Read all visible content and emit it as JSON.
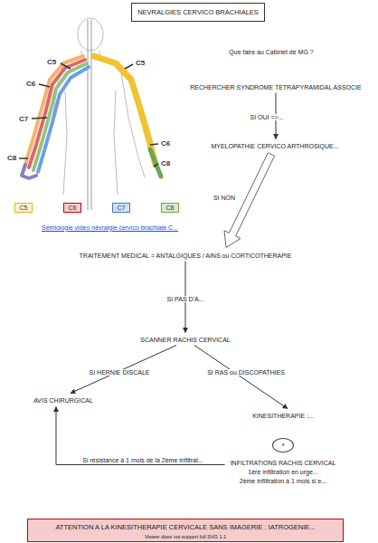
{
  "diagram": {
    "title": "NEVRALGIES CERVICO BRACHIALES",
    "nodes": [
      {
        "text": [
          "RECHERCHER SYNDROME TETRAPYRAMIDAL ASSOCIE"
        ]
      },
      {
        "text": [
          "MYELOPATHIE CERVICO ARTHROSIQUE..."
        ]
      },
      {
        "text": [
          "TRAITEMENT MEDICAL = ANTALGIQUES  / AINS ou CORTICOTHERAPIE"
        ]
      },
      {
        "text": [
          "SCANNER RACHIS CERVICAL"
        ]
      },
      {
        "text": [
          "AVIS CHIRURGICAL"
        ]
      },
      {
        "text": [
          "KINESITHERAPIE :..."
        ]
      },
      {
        "text": [
          "+"
        ]
      },
      {
        "text": [
          "INFILTRATIONS RACHIS CERVICAL",
          "1ère infiltration en urge...",
          "2ème infiltration à 1 mois si e..."
        ]
      },
      {
        "text": [
          "ATTENTION A LA KINESITHERAPIE CERVICALE SANS IMAGERIE : IATROGENIE...",
          "Viewer does not support full SVG 1.1"
        ]
      }
    ],
    "edges": [
      {
        "from": 0,
        "to": 1,
        "arrow": "to",
        "label": "SI OUI =>..."
      },
      {
        "from": 1,
        "to": 2,
        "arrow": "to",
        "label": "SI NON"
      },
      {
        "from": 2,
        "to": 3,
        "arrow": "to",
        "label": "SI PAS D'A..."
      },
      {
        "from": 3,
        "to": 4,
        "arrow": "to",
        "label": "SI HERNIE DISCALE"
      },
      {
        "from": 3,
        "to": 5,
        "arrow": "to",
        "label": "SI RAS ou DISCOPATHIES"
      },
      {
        "from": 7,
        "to": 4,
        "arrow": "to",
        "label": "Si résistance à 1 mois de la 2ème infiltrat..."
      }
    ],
    "labels": [
      "Que faire au Cabinet de MG ?",
      "C5",
      "C6",
      "C7",
      "C8",
      "C5",
      "C6",
      "C8",
      "Sémiologie video névralgie cervico brachiale C..."
    ],
    "legend": [
      {
        "text": "C5",
        "color": "#fff2cc"
      },
      {
        "text": "C6",
        "color": "#f4cccc"
      },
      {
        "text": "C7",
        "color": "#cfe2f3"
      },
      {
        "text": "C8",
        "color": "#d9ead3"
      }
    ]
  }
}
